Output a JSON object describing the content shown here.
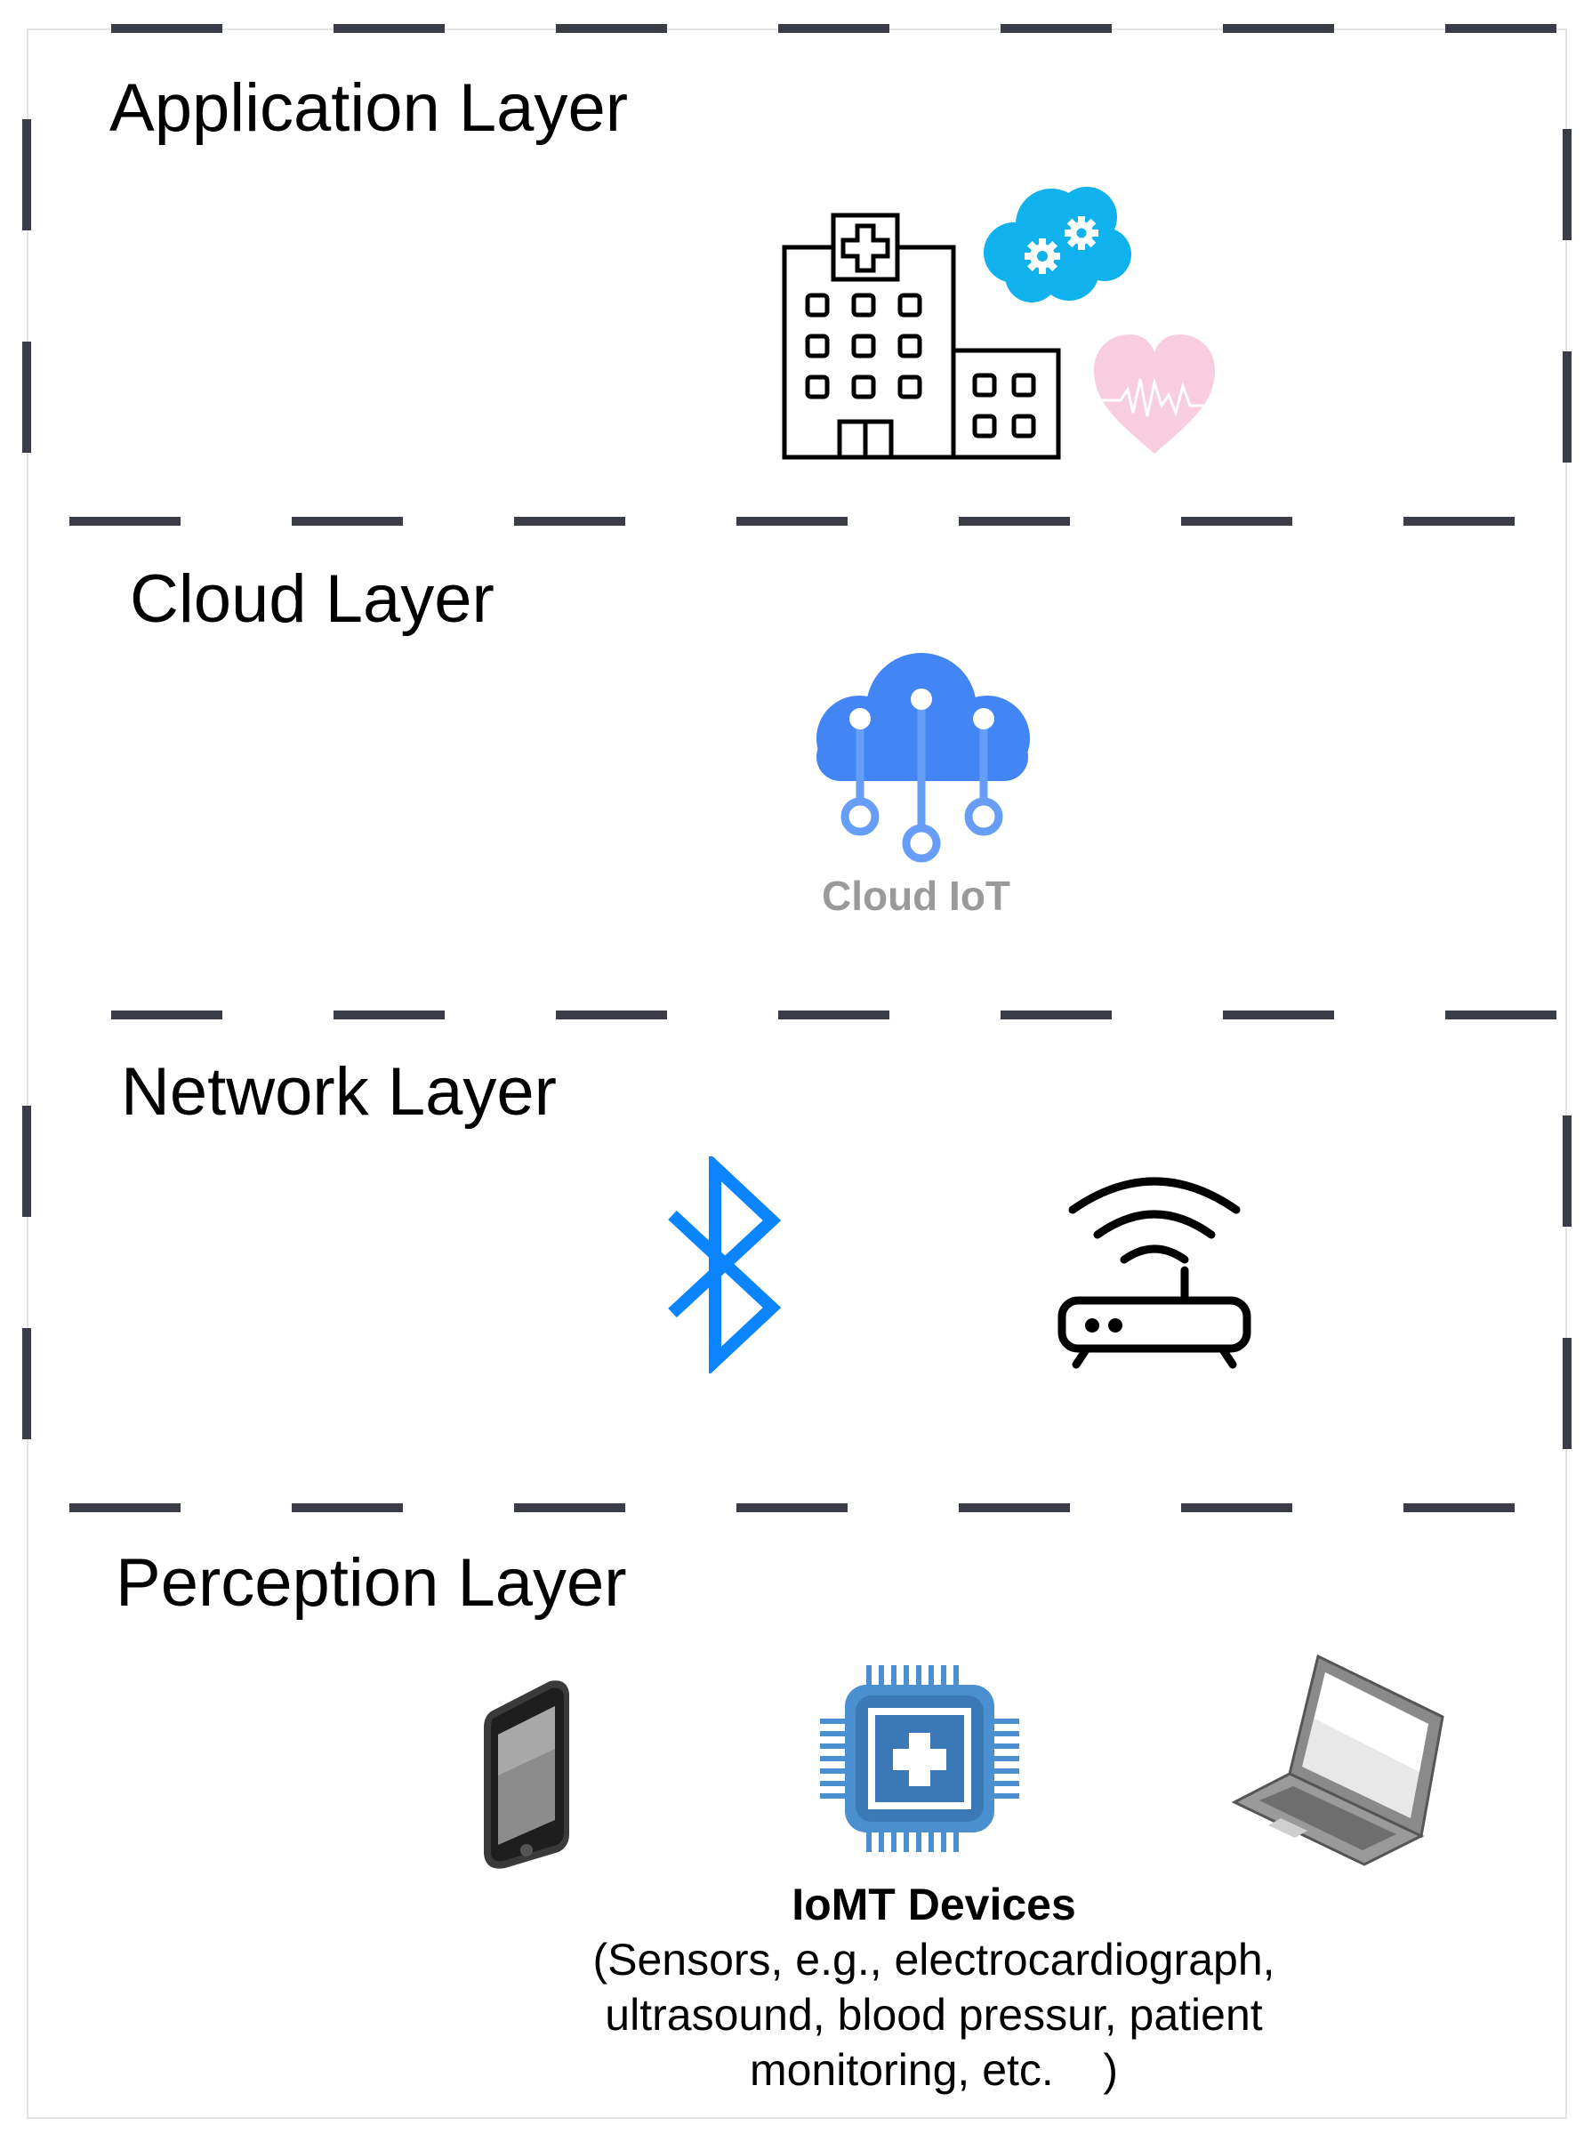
{
  "layers": {
    "application": {
      "title": "Application Layer"
    },
    "cloud": {
      "title": "Cloud Layer",
      "icon_label": "Cloud IoT"
    },
    "network": {
      "title": "Network Layer"
    },
    "perception": {
      "title": "Perception Layer",
      "device_title": "IoMT Devices",
      "device_desc_lines": [
        "(Sensors, e.g., electrocardiograph,",
        "ultrasound, blood pressur, patient",
        "monitoring, etc.    )"
      ]
    }
  },
  "icons": [
    "hospital-icon",
    "cloud-gears-icon",
    "heart-pulse-icon",
    "cloud-iot-icon",
    "bluetooth-icon",
    "wifi-router-icon",
    "smartphone-icon",
    "medical-chip-icon",
    "laptop-icon"
  ],
  "colors": {
    "dashed_border": "#3a3c48",
    "cloud_gears": "#0fb2ec",
    "heart": "#f9cde0",
    "cloud_iot": "#4285f4",
    "cloud_iot_lines": "#669df6",
    "bluetooth": "#0a84ff",
    "chip": "#4a8fd0",
    "cloud_label": "#9a9a9a"
  }
}
